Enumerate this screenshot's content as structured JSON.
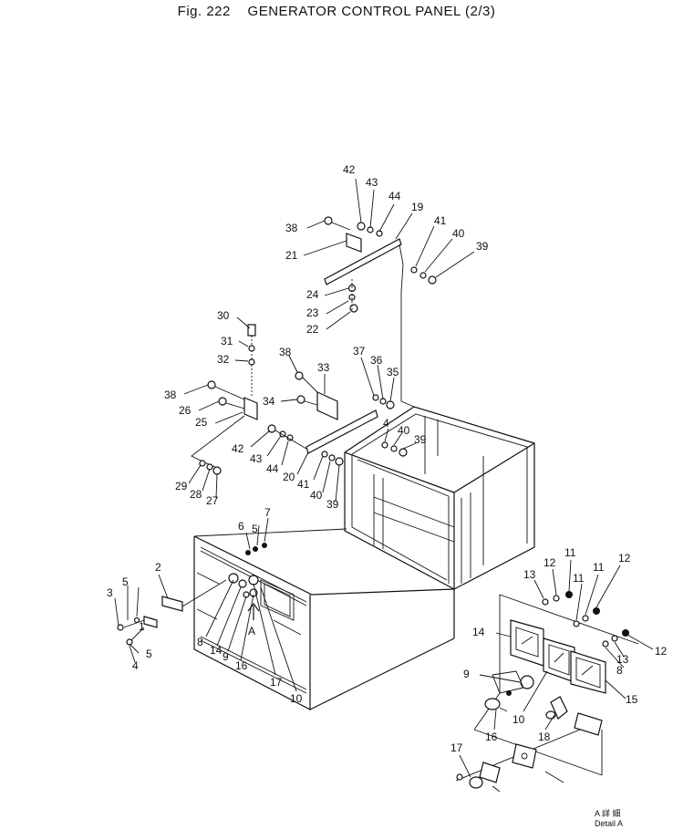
{
  "figure": {
    "number": "Fig. 222",
    "title": "GENERATOR CONTROL PANEL (2/3)"
  },
  "detail": {
    "kanji": "A 詳 細",
    "caption": "Detail A",
    "arrow_label": "A"
  },
  "callouts": [
    "1",
    "2",
    "3",
    "4",
    "5",
    "5",
    "6",
    "7",
    "8",
    "9",
    "10",
    "14",
    "16",
    "17",
    "5",
    "42",
    "43",
    "44",
    "19",
    "38",
    "21",
    "41",
    "40",
    "39",
    "24",
    "23",
    "22",
    "30",
    "31",
    "32",
    "38",
    "33",
    "37",
    "36",
    "35",
    "38",
    "34",
    "26",
    "25",
    "42",
    "43",
    "44",
    "20",
    "41",
    "40",
    "39",
    "4",
    "40",
    "39",
    "29",
    "28",
    "27",
    "11",
    "12",
    "13",
    "13",
    "11",
    "12",
    "11",
    "12",
    "13",
    "8",
    "14",
    "9",
    "10",
    "15",
    "16",
    "18",
    "17"
  ]
}
